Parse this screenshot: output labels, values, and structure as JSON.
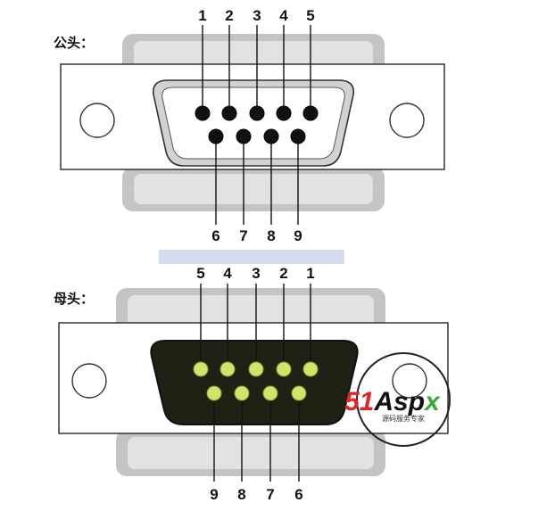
{
  "male": {
    "label": "公头：",
    "top_pins": [
      "1",
      "2",
      "3",
      "4",
      "5"
    ],
    "bottom_pins": [
      "6",
      "7",
      "8",
      "9"
    ],
    "pin_color": "#111111",
    "face_color": "#ffffff"
  },
  "female": {
    "label": "母头：",
    "top_pins": [
      "5",
      "4",
      "3",
      "2",
      "1"
    ],
    "bottom_pins": [
      "9",
      "8",
      "7",
      "6"
    ],
    "pin_color": "#d4e36a",
    "face_color": "#1e2214"
  },
  "watermark": {
    "brand_num": "51",
    "brand_a": "A",
    "brand_sp": "sp",
    "brand_x": "x",
    "subtitle": "源码服务专家",
    "colors": {
      "red": "#e0262a",
      "black": "#111111",
      "green": "#3aa935"
    }
  }
}
